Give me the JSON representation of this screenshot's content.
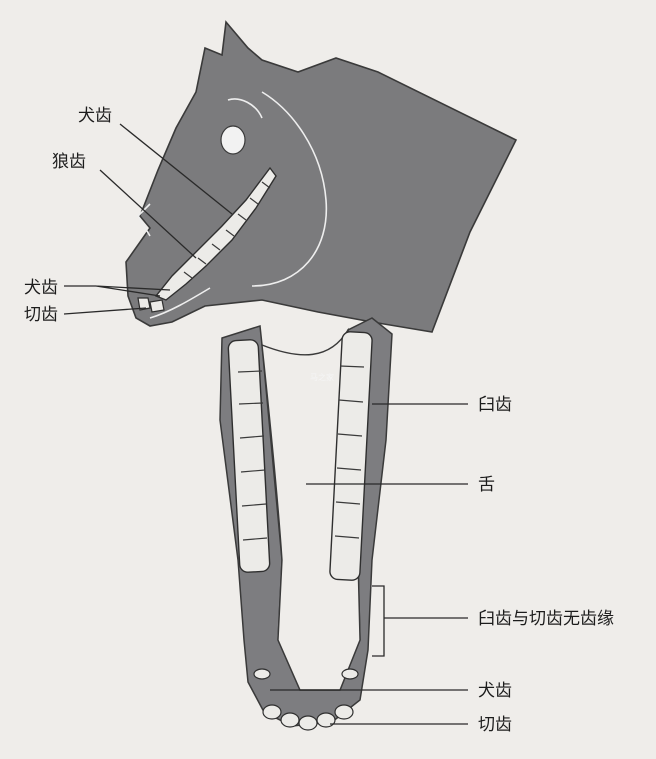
{
  "labels": {
    "canine_upper": "犬齿",
    "wolf_tooth": "狼齿",
    "canine_side": "犬齿",
    "incisor_side": "切齿",
    "molar": "臼齿",
    "tongue": "舌",
    "diastema": "臼齿与切齿无齿缘",
    "canine_jaw": "犬齿",
    "incisor_jaw": "切齿"
  },
  "watermark": "马之家",
  "colors": {
    "background": "#efedea",
    "head": "#7b7b7d",
    "jaw": "#7d7d80",
    "teeth": "#ecebe8",
    "ink": "#1c1c1c"
  }
}
